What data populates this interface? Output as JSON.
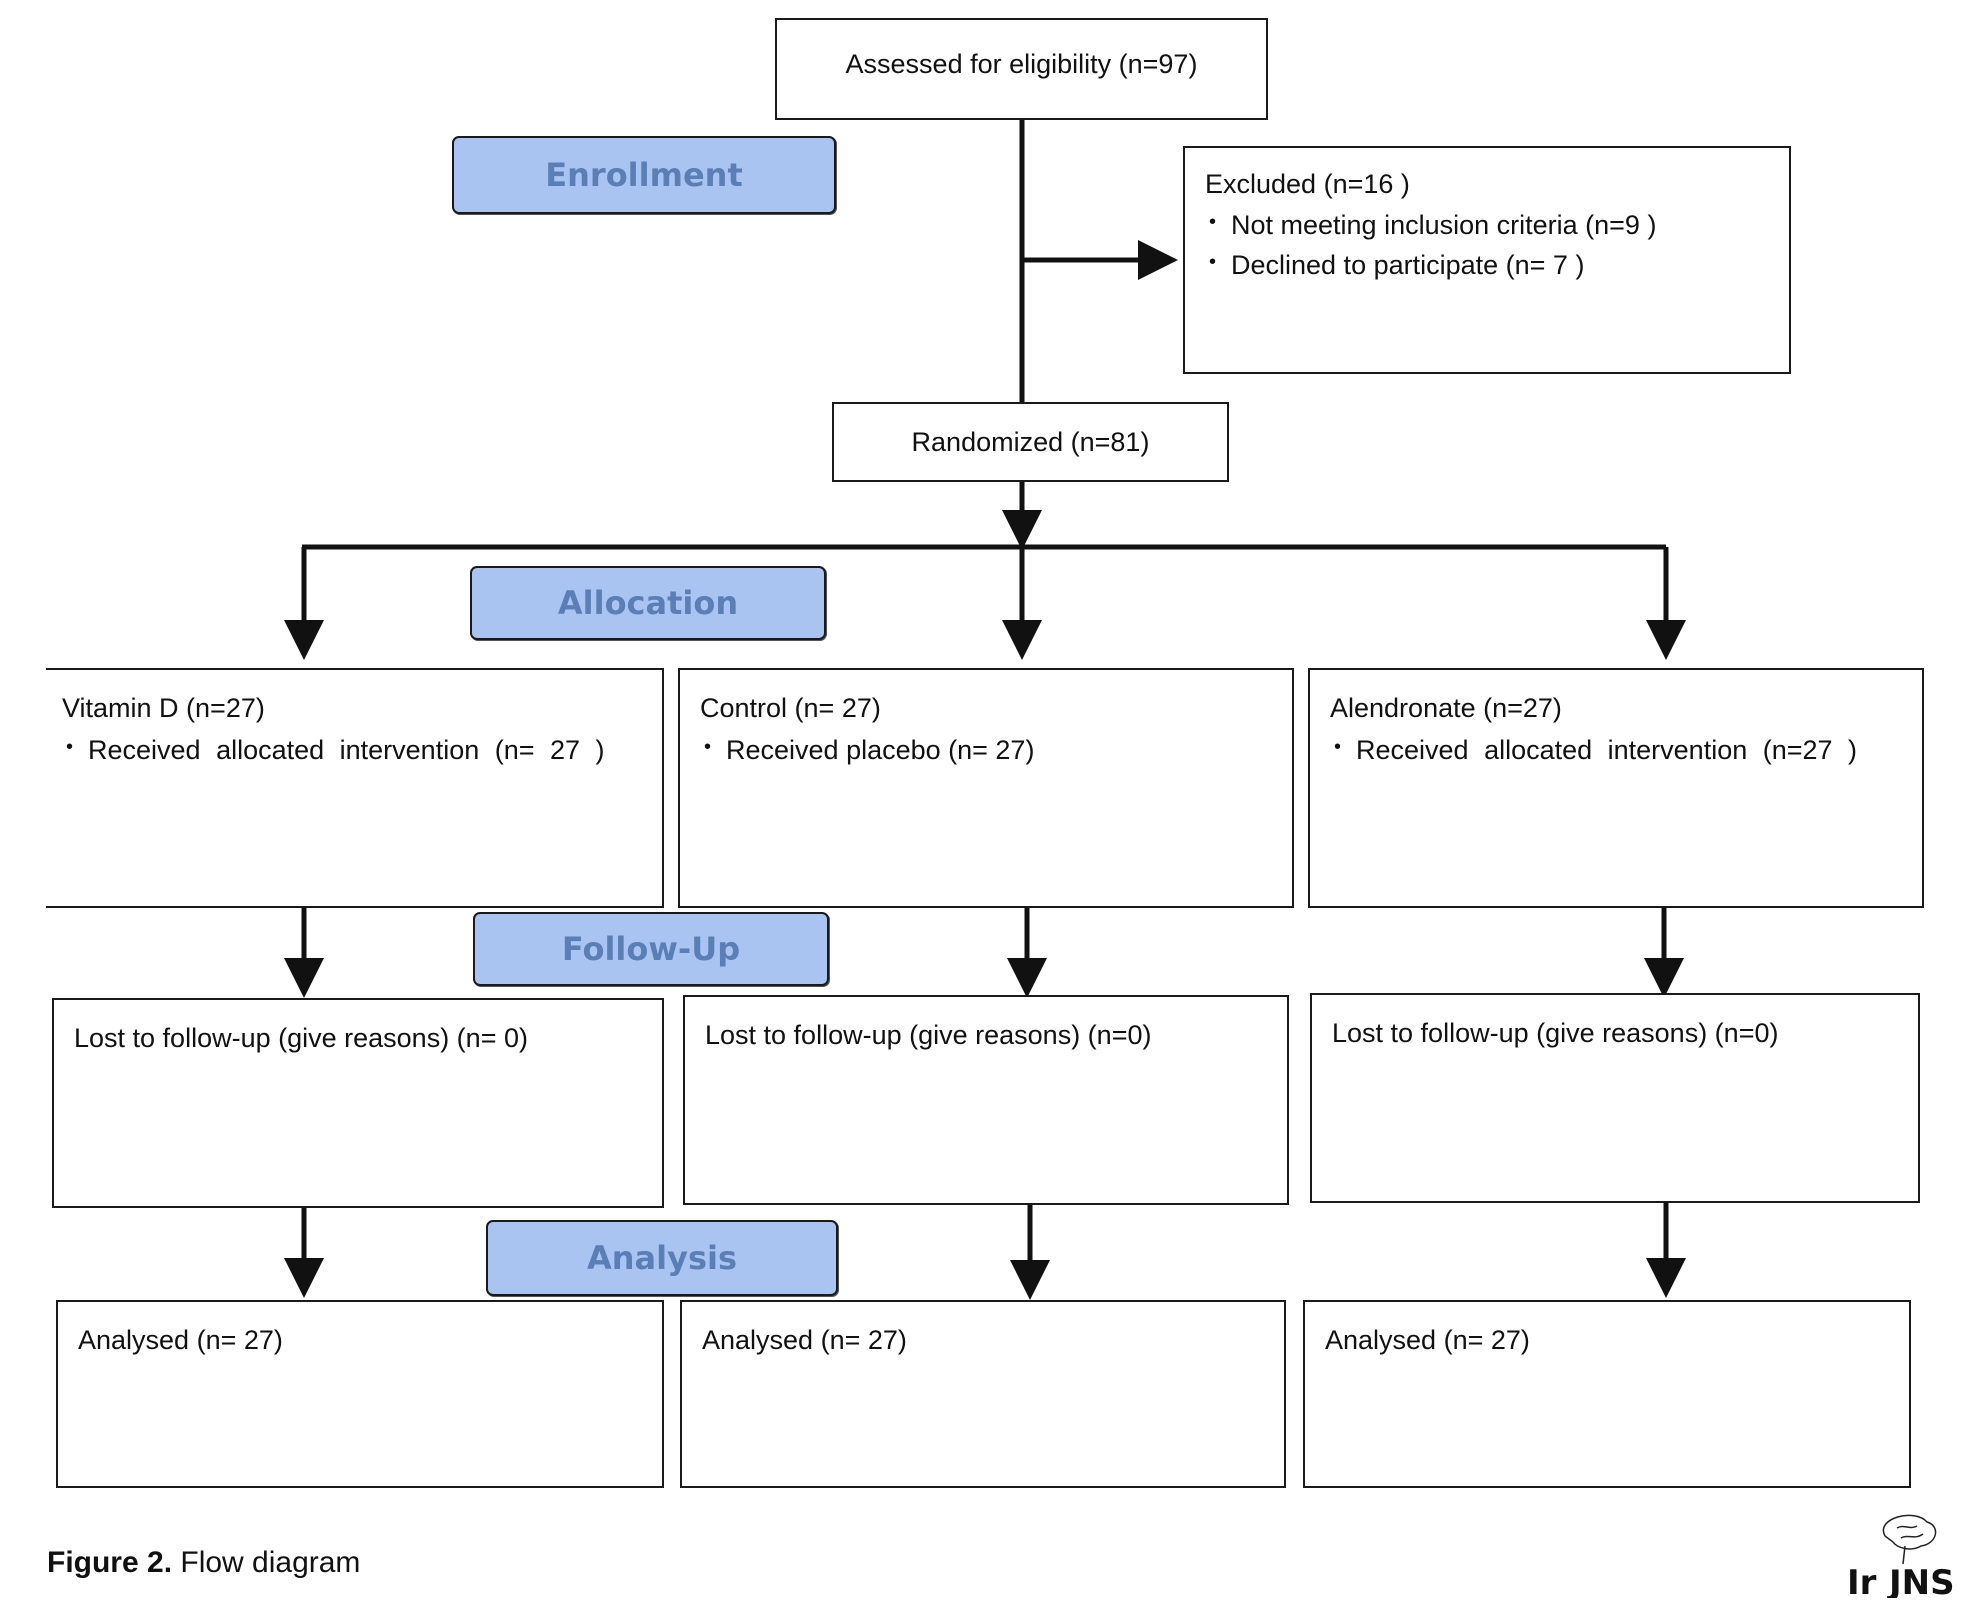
{
  "assessed": "Assessed for eligibility (n=97)",
  "stages": {
    "enrollment": "Enrollment",
    "allocation": "Allocation",
    "followup": "Follow-Up",
    "analysis": "Analysis"
  },
  "excluded": {
    "title": "Excluded (n=16 )",
    "reasons": [
      "Not meeting inclusion criteria (n=9 )",
      "Declined to participate (n= 7 )"
    ]
  },
  "randomized": "Randomized (n=81)",
  "arms": [
    {
      "name": "Vitamin D (n=27)",
      "allocation_item": "Received allocated intervention (n= 27 )",
      "followup": "Lost to follow-up (give reasons) (n= 0)",
      "analysis": "Analysed (n= 27)"
    },
    {
      "name": "Control (n= 27)",
      "allocation_item": "Received placebo (n= 27)",
      "followup": "Lost to follow-up (give reasons) (n=0)",
      "analysis": "Analysed (n= 27)"
    },
    {
      "name": "Alendronate (n=27)",
      "allocation_item": "Received allocated intervention (n=27 )",
      "followup": "Lost to follow-up (give reasons) (n=0)",
      "analysis": "Analysed (n= 27)"
    }
  ],
  "caption": {
    "label": "Figure 2.",
    "text": " Flow diagram"
  },
  "logo_text": "IrJNS"
}
